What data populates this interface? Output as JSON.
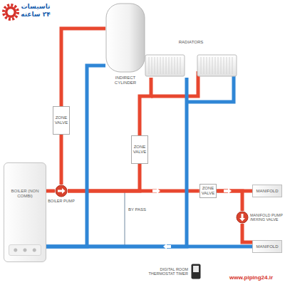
{
  "diagram": {
    "nodes": [
      {
        "text": [
          "INDIRECT CYLINDER"
        ]
      },
      {
        "text": [
          "RADIATORS"
        ]
      },
      {
        "text": [
          "ZONE VALVE"
        ]
      },
      {
        "text": [
          "ZONE VALVE"
        ]
      },
      {
        "text": [
          "BOILER (NON COMBI)"
        ]
      },
      {
        "text": [
          "BOILER PUMP"
        ]
      },
      {
        "text": [
          "ZONE VALVE"
        ]
      },
      {
        "text": [
          "MANIFOLD"
        ]
      },
      {
        "text": [
          "MANIFOLD PUMP /MIXING VALVE"
        ]
      },
      {
        "text": [
          "MANIFOLD"
        ]
      },
      {
        "text": [
          "DIGITAL ROOM THERMOSTAT TIMER"
        ]
      }
    ],
    "edges": [
      {
        "from": 4,
        "to": 5,
        "arrow": "none"
      },
      {
        "from": 5,
        "to": 2,
        "arrow": "none"
      },
      {
        "from": 2,
        "to": 0,
        "arrow": "none"
      },
      {
        "from": 5,
        "to": 3,
        "arrow": "none"
      },
      {
        "from": 3,
        "to": 1,
        "arrow": "none"
      },
      {
        "from": 5,
        "to": 6,
        "arrow": "none"
      },
      {
        "from": 6,
        "to": 7,
        "arrow": "none"
      },
      {
        "from": 6,
        "to": 8,
        "arrow": "none"
      },
      {
        "from": 8,
        "to": 9,
        "arrow": "none"
      },
      {
        "from": 0,
        "to": 4,
        "arrow": "none"
      },
      {
        "from": 1,
        "to": 4,
        "arrow": "none"
      },
      {
        "from": 9,
        "to": 4,
        "arrow": "none"
      }
    ],
    "labels": [
      "BY PASS",
      "تاسیسات ۲۴ ساعته",
      "www.piping24.ir"
    ]
  }
}
